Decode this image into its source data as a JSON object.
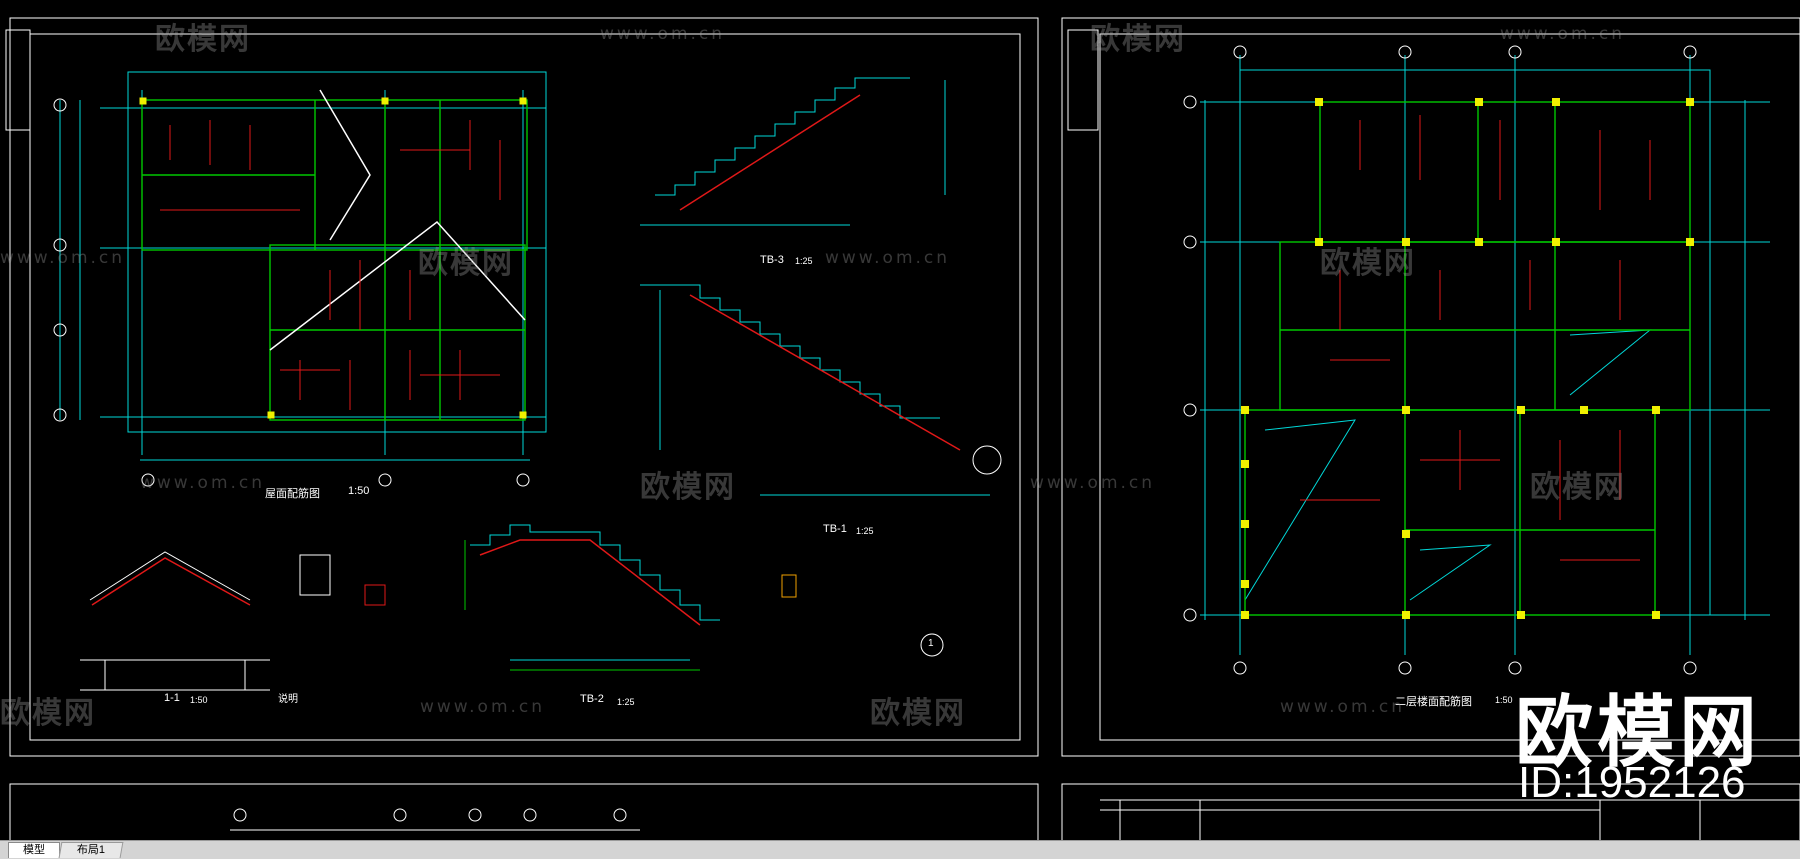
{
  "tabs": {
    "model": "模型",
    "layout1": "布局1"
  },
  "watermark": {
    "brand_cn": "欧模网",
    "url": "www.om.cn"
  },
  "overlay": {
    "brand": "欧模网",
    "id": "ID:1952126"
  },
  "left_sheet": {
    "plan_title": "屋面配筋图",
    "plan_scale": "1:50",
    "tb3": "TB-3",
    "tb3_scale": "1:25",
    "tb1": "TB-1",
    "tb1_scale": "1:25",
    "tb2": "TB-2",
    "tb2_scale": "1:25",
    "section": "1-1",
    "section_scale": "1:50",
    "note_title": "说明",
    "detail_circle": "1"
  },
  "right_sheet": {
    "plan_title": "二层楼面配筋图",
    "plan_scale": "1:50"
  },
  "colors": {
    "grid_cyan": "#00d8d8",
    "beam_green": "#00c800",
    "rebar_red": "#e01818",
    "column_yellow": "#f0f000",
    "line_white": "#ffffff"
  }
}
